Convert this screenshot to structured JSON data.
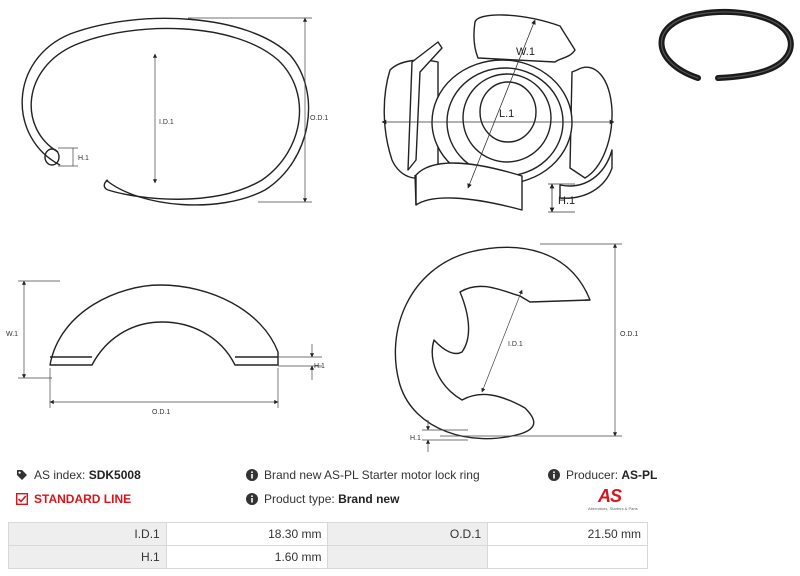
{
  "dimensions": {
    "ring_view": {
      "id": "I.D.1",
      "od": "O.D.1",
      "h": "H.1"
    },
    "iso_view": {
      "w": "W.1",
      "l": "L.1",
      "h": "H.1"
    },
    "side_view": {
      "w": "W.1",
      "h": "H.1",
      "od": "O.D.1"
    },
    "top_view": {
      "id": "I.D.1",
      "od": "O.D.1",
      "h": "H.1"
    }
  },
  "info": {
    "as_index_label": "AS index:",
    "as_index_value": "SDK5008",
    "description": "Brand new AS-PL Starter motor lock ring",
    "producer_label": "Producer:",
    "producer_value": "AS-PL",
    "standard_line": "STANDARD LINE",
    "product_type_label": "Product type:",
    "product_type_value": "Brand new",
    "logo_text": "AS",
    "logo_tagline": "Alternators, Starters & Parts"
  },
  "icons": {
    "tag": "tag-icon",
    "info": "info-circle-icon",
    "check": "checkbox-checked-icon"
  },
  "colors": {
    "accent_red": "#d9141b",
    "label_bg": "#eeeeee",
    "border": "#d8d8d8"
  },
  "specs": [
    {
      "label": "I.D.1",
      "value": "18.30 mm",
      "label2": "O.D.1",
      "value2": "21.50 mm"
    },
    {
      "label": "H.1",
      "value": "1.60 mm",
      "label2": "",
      "value2": ""
    }
  ]
}
